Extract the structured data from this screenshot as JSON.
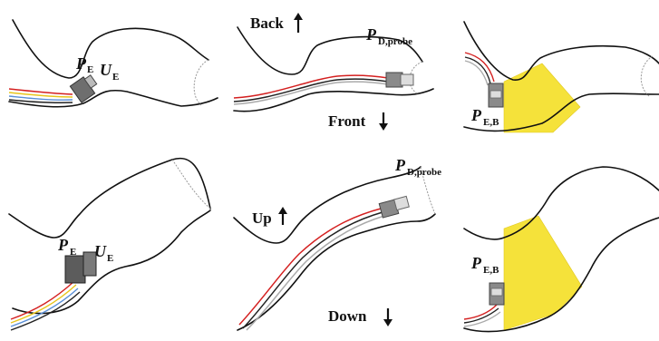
{
  "panels": {
    "top_left": {
      "position_label": "P",
      "position_sub": "E",
      "orientation_label": "U",
      "orientation_sub": "E"
    },
    "top_mid": {
      "direction_back": "Back",
      "direction_front": "Front",
      "probe_label": "P",
      "probe_sub": "D,probe"
    },
    "top_right": {
      "label": "P",
      "label_sub": "E,B"
    },
    "bottom_left": {
      "position_label": "P",
      "position_sub": "E",
      "orientation_label": "U",
      "orientation_sub": "E"
    },
    "bottom_mid": {
      "direction_up": "Up",
      "direction_down": "Down",
      "probe_label": "P",
      "probe_sub": "D,probe"
    },
    "bottom_right": {
      "label": "P",
      "label_sub": "E,B"
    }
  },
  "colors": {
    "highlight_region": "#f5e23a",
    "wire_red": "#d42020",
    "wire_yellow": "#e8c51c",
    "wire_blue": "#5a8fd6",
    "probe_gray": "#777777"
  }
}
